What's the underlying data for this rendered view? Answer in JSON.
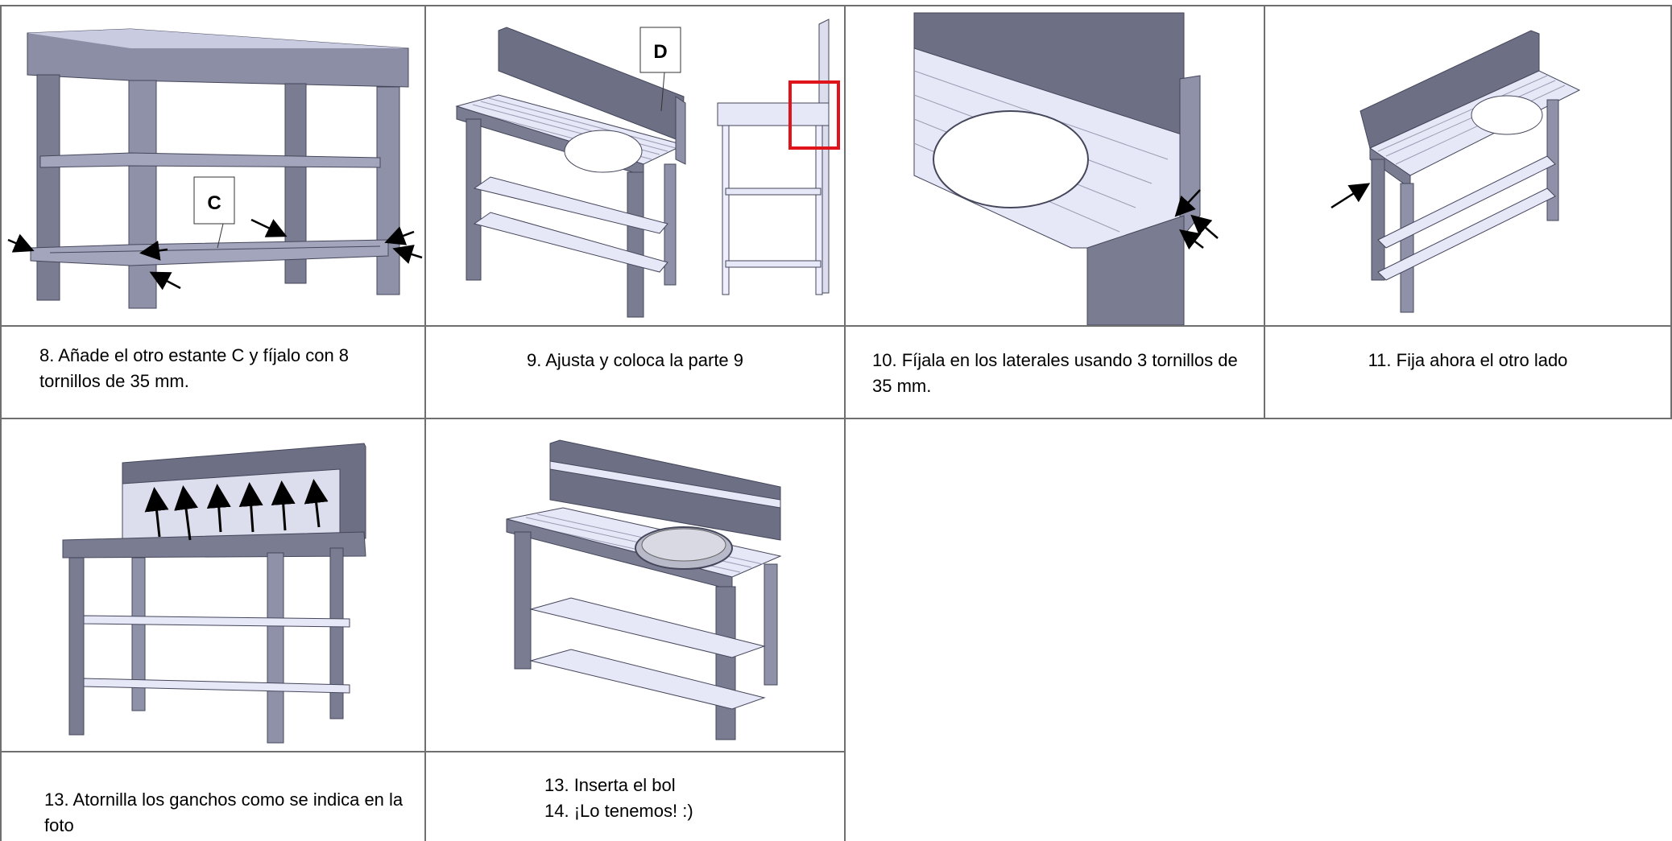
{
  "steps": [
    {
      "caption": "8. Añade el otro estante C y fíjalo con 8 tornillos de 35 mm.",
      "label": "C"
    },
    {
      "caption": "9. Ajusta y coloca la parte 9",
      "label": "D"
    },
    {
      "caption": "10.  Fíjala en los laterales usando 3 tornillos de 35 mm."
    },
    {
      "caption": "11.  Fija ahora el otro lado"
    },
    {
      "caption": "13. Atornilla los ganchos como se indica en la foto"
    },
    {
      "caption_lines": [
        "13.  Inserta el bol",
        "14.  ¡Lo tenemos! :)"
      ]
    }
  ],
  "colors": {
    "wood_face": "#e6e7f7",
    "wood_side": "#7a7c91",
    "wood_dark": "#55576a",
    "highlight": "#e0141b"
  }
}
